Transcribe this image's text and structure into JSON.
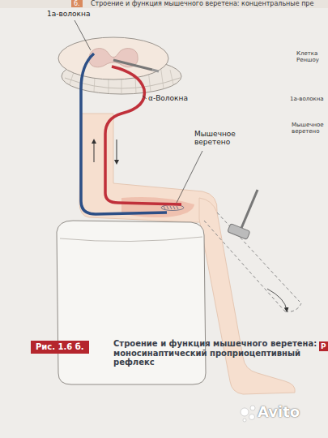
{
  "diagram": {
    "caption": "Строение и функция мышечного веретена: моносинаптический проприоцептивный рефлекс",
    "nodes": [
      {
        "text": [
          "Рис. 1.6 б."
        ]
      }
    ],
    "labels": [
      "6.",
      "Строение и функция мышечного веретена: концентральные пре",
      "1a-волокна",
      "α-Волокна",
      "Мышечное веретено",
      "Клетка Реншоу",
      "1а-волокна",
      "Мышечное веретено",
      "Р",
      "Avito"
    ]
  }
}
